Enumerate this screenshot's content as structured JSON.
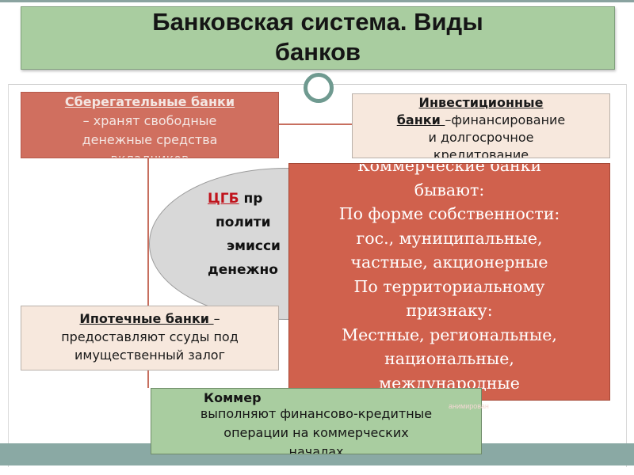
{
  "title": {
    "line1": "Банковская система. Виды",
    "line2": "банков"
  },
  "savings_banks": {
    "head": "Сберегательные банки",
    "line1": " – хранят свободные",
    "line2": "денежные средства",
    "line3": "вкладчиков"
  },
  "investment_banks": {
    "head1": "Инвестиционные",
    "head2": "банки ",
    "tail2": "–финансирование",
    "line3": "и долгосрочное",
    "line4": "кредитование"
  },
  "central_bank": {
    "abbr": "ЦГБ",
    "tail1": " пр",
    "line2": "полити",
    "line3": "эмисси",
    "line4": "денежно"
  },
  "commercial_kinds": {
    "line1": "Коммерческие банки",
    "line2": "бывают:",
    "line3": "По форме собственности:",
    "line4": "гос., муниципальные,",
    "line5": "частные, акционерные",
    "line6": "По территориальному",
    "line7": "признаку:",
    "line8": "Местные, региональные,",
    "line9": "национальные,",
    "line10": "международные"
  },
  "mortgage_banks": {
    "head": "Ипотечные банки ",
    "tail1": "–",
    "line2": "предоставляют ссуды под",
    "line3": "имущественный залог"
  },
  "commercial_def": {
    "head": "Коммер",
    "line2": "выполняют финансово-кредитные",
    "line3": "операции на коммерческих",
    "line4": "началах"
  },
  "peek_label": "анимирован",
  "colors": {
    "title_bg": "#a9cda0",
    "savings_bg": "#d06f5f",
    "investment_bg": "#f7e8dd",
    "commercial_kinds_bg": "#d0614d",
    "ellipse_bg": "#d8d8d8",
    "accent_ring": "#6f9a90",
    "central_bank_abbr": "#c0121b"
  }
}
